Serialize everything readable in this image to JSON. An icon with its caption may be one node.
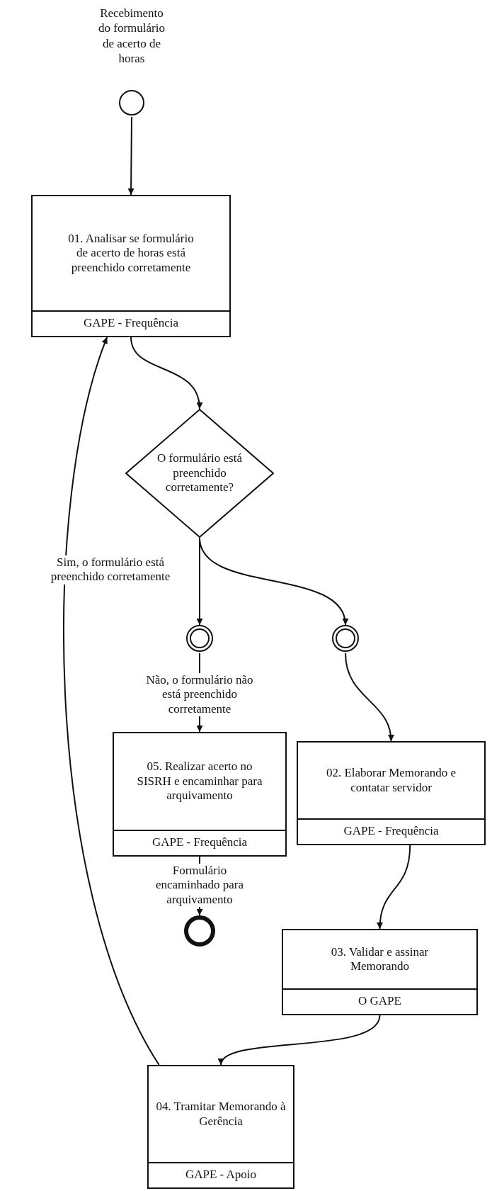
{
  "diagram": {
    "nodes": [
      {
        "text": [],
        "shape": "circle",
        "beside": [
          "Recebimento do formulário de acerto de horas"
        ]
      },
      {
        "text": [
          "01. Analisar se formulário de acerto de horas está preenchido corretamente",
          "GAPE - Frequência"
        ]
      },
      {
        "text": [
          "O formulário está preenchido corretamente?"
        ]
      },
      {
        "text": [],
        "shape": "circle"
      },
      {
        "text": [],
        "shape": "circle"
      },
      {
        "text": [
          "05. Realizar acerto no SISRH e encaminhar para arquivamento",
          "GAPE - Frequência"
        ]
      },
      {
        "text": [],
        "shape": "circle"
      },
      {
        "text": [
          "02. Elaborar Memorando e contatar servidor",
          "GAPE - Frequência"
        ]
      },
      {
        "text": [
          "03. Validar e assinar Memorando",
          "O GAPE"
        ]
      },
      {
        "text": [
          "04. Tramitar Memorando à Gerência",
          "GAPE - Apoio"
        ]
      }
    ],
    "edges": [
      {
        "from": 0,
        "to": 1,
        "arrow": "to"
      },
      {
        "from": 1,
        "to": 2,
        "arrow": "to"
      },
      {
        "from": 2,
        "to": 3,
        "arrow": "to"
      },
      {
        "from": 2,
        "to": 4,
        "arrow": "to"
      },
      {
        "from": 3,
        "to": 5,
        "arrow": "to",
        "label": "Não, o formulário não está preenchido corretamente"
      },
      {
        "from": 4,
        "to": 7,
        "arrow": "to"
      },
      {
        "from": 5,
        "to": 6,
        "arrow": "to",
        "label": "Formulário encaminhado para arquivamento"
      },
      {
        "from": 7,
        "to": 8,
        "arrow": "to"
      },
      {
        "from": 8,
        "to": 9,
        "arrow": "to"
      },
      {
        "from": 9,
        "to": 1,
        "arrow": "to",
        "label": "Sim, o formulário está preenchido corretamente"
      }
    ]
  }
}
